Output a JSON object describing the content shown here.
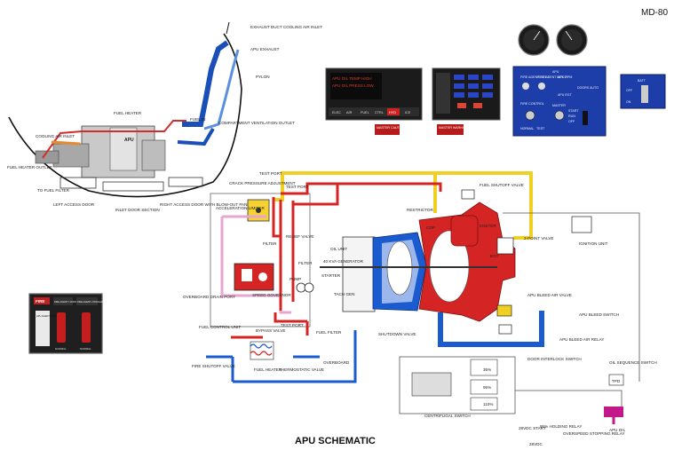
{
  "header": {
    "model": "MD-80",
    "title": "APU SCHEMATIC"
  },
  "cutaway": {
    "exhaust_duct": "EXHAUST DUCT COOLING AIR INLET",
    "apu_exhaust": "APU EXHAUST",
    "pylon": "PYLON",
    "fuel_heater": "FUEL HEATER",
    "fuel_in": "FUEL IN",
    "compartment": "COMPARTMENT VENTILATION OUTLET",
    "cooling_air_inlet": "COOLING AIR INLET",
    "apu": "APU",
    "fuel_heater_outlet": "FUEL HEATER OUTLET",
    "to_fuel_filter": "TO FUEL FILTER",
    "left_access_door": "LEFT ACCESS DOOR",
    "inlet_door_section": "INLET DOOR SECTION",
    "right_access_door": "RIGHT ACCESS DOOR WITH BLOW-OUT PANEL"
  },
  "annunciators": {
    "caution_lines": [
      "APU OIL TEMP HIGH",
      "APU OIL PRESS LOW"
    ],
    "caution_tabs": [
      "ELEC",
      "AIR",
      "FUEL",
      "CTRL",
      "HYD",
      "ICE"
    ],
    "master_caution": "MASTER CAUTION",
    "master_warning": "MASTER WARNING"
  },
  "apu_panel": {
    "title": "APU",
    "labels": [
      "FIRE AGENT BOT 1",
      "FIRE AGENT BOT 2",
      "APU RPM",
      "APU EGT",
      "FIRE CONTROL",
      "DOORS AUTO",
      "MASTER",
      "START",
      "RUN",
      "OFF",
      "NORMAL",
      "TEST"
    ]
  },
  "batt_panel": {
    "title": "BATT",
    "off": "OFF",
    "on": "ON"
  },
  "fire_panel": {
    "fire": "FIRE",
    "bot1": "FIRE AGENT 1 DISCHARGE",
    "bot2": "FIRE AGENT 2 DISCHARGE",
    "apu_bottle": "APU AGENT NORMAL",
    "normal": "NORMAL"
  },
  "schematic": {
    "test_port_top": "TEST PORT",
    "crack_pressure": "CRACK PRESSURE ADJUSTMENT",
    "acceleration_limiter": "ACCELERATION LIMITER",
    "test_port_2": "TEST PORT",
    "fuel_shutoff_valve": "FUEL SHUTOFF VALVE",
    "restrictor": "RESTRICTOR",
    "cdp": "CDP",
    "igniter": "IGNITER",
    "filter_1": "FILTER",
    "relief_valve": "RELIEF VALVE",
    "oil_unit": "OIL UNIT",
    "generator": "40 KVA GENERATOR",
    "filter_2": "FILTER",
    "starter": "STARTER",
    "tach_gen": "TACH GEN",
    "pump": "PUMP",
    "speed_governor": "SPEED GOVERNOR",
    "overboard_drain": "OVERBOARD DRAIN PORT",
    "ignition_unit": "IGNITION UNIT",
    "two_point_valve": "2-POINT VALVE",
    "egt": "EGT",
    "apu_bleed_air_valve": "APU BLEED AIR VALVE",
    "apu_bleed_switch": "APU BLEED SWITCH",
    "apu_bleed_air_relay": "APU BLEED AIR RELAY",
    "fuel_control_unit": "FUEL CONTROL UNIT",
    "bypass_valve": "BYPASS VALVE",
    "test_port_3": "TEST PORT",
    "fuel_filter": "FUEL FILTER",
    "shutdown_valve": "SHUTDOWN VALVE",
    "fire_shutoff_valve": "FIRE SHUTOFF VALVE",
    "fuel_heater": "FUEL HEATER",
    "thermostatic_valve": "THERMOSTATIC VALVE",
    "overboard": "OVERBOARD",
    "door_interlock": "DOOR INTERLOCK SWITCH",
    "pct_35": "35%",
    "pct_95": "95%",
    "pct_110": "110%",
    "centrifugal_switch": "CENTRIFUGAL SWITCH",
    "start_28vdc": "28VDC START",
    "holding_relay": "95% HOLDING RELAY",
    "overspeed_relay": "OVERSPEED STOPPING RELAY",
    "vdc_28": "28VDC",
    "oil_sequence_switch": "OIL SEQUENCE SWITCH",
    "apu_oil": "APU OIL",
    "tpd": "TPD"
  }
}
